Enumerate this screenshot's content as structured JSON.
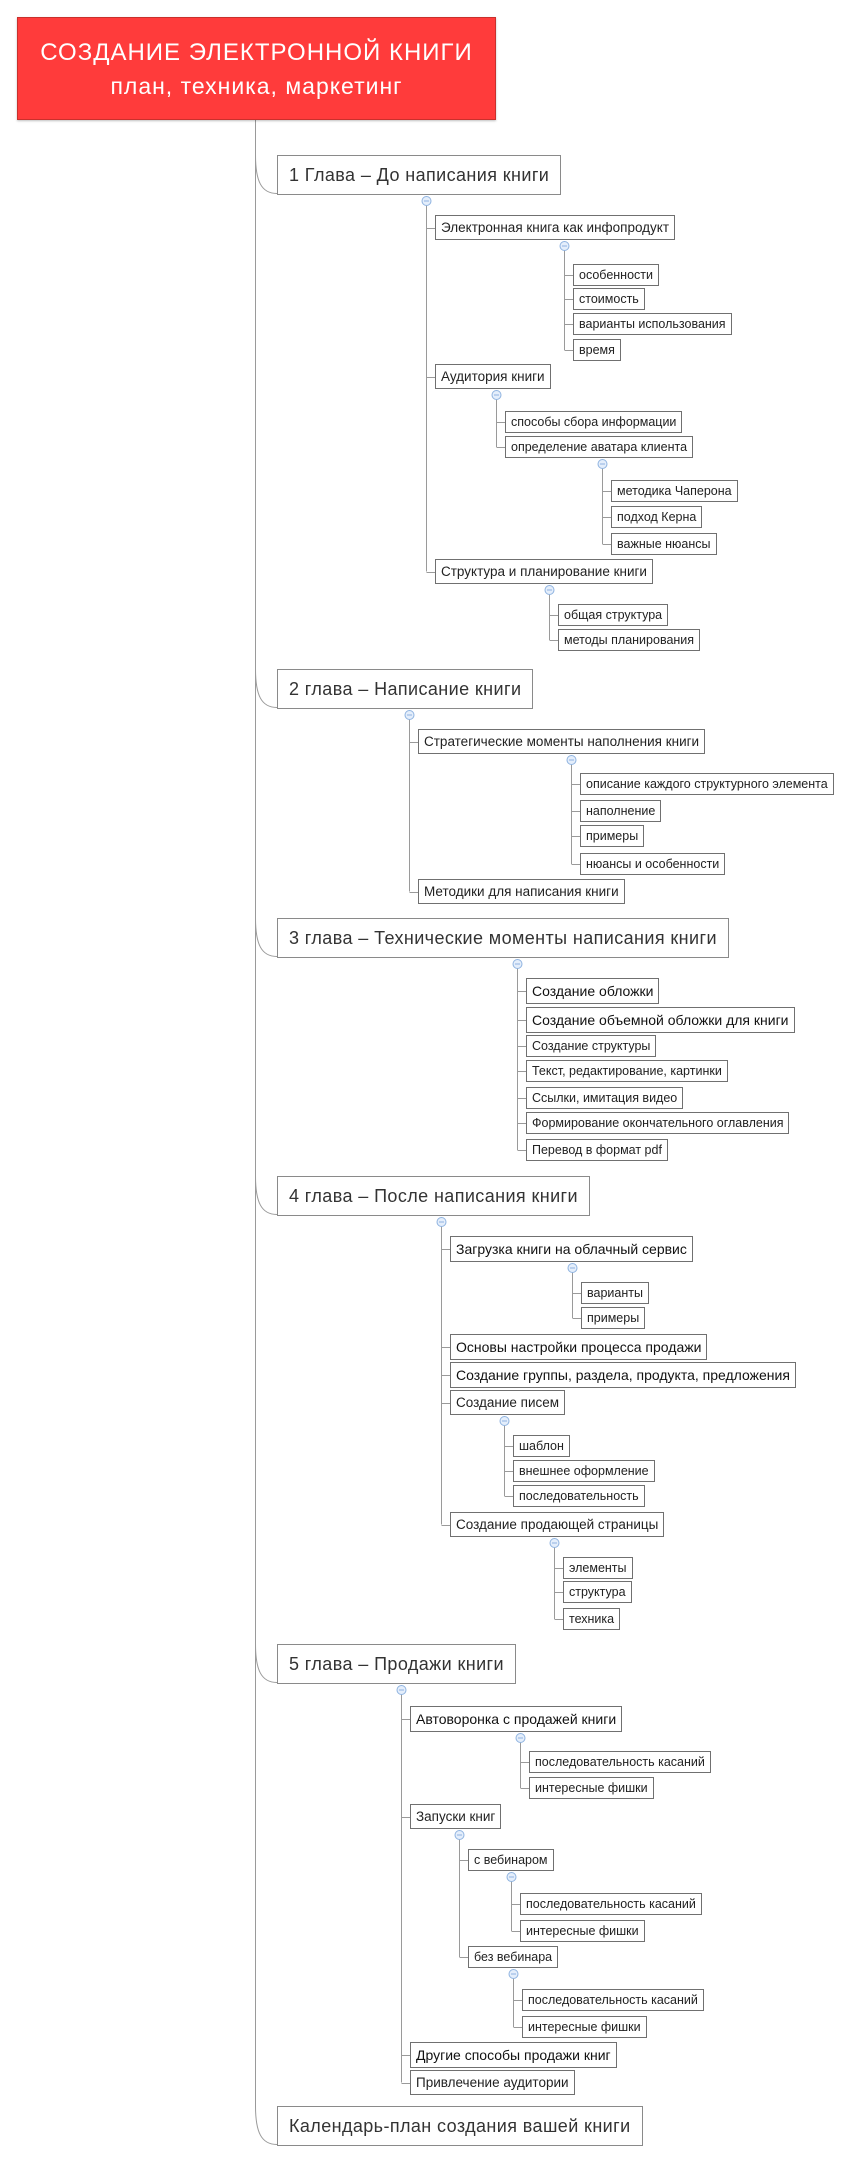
{
  "root": {
    "title": "СОЗДАНИЕ ЭЛЕКТРОННОЙ КНИГИ",
    "subtitle": "план, техника, маркетинг"
  },
  "chapters": [
    {
      "label": "1 Глава – До написания книги",
      "children": [
        {
          "label": "Электронная книга как инфопродукт",
          "children": [
            {
              "label": "особенности"
            },
            {
              "label": "стоимость"
            },
            {
              "label": "варианты использования"
            },
            {
              "label": "время"
            }
          ]
        },
        {
          "label": "Аудитория книги",
          "children": [
            {
              "label": "способы сбора информации"
            },
            {
              "label": "определение аватара клиента",
              "children": [
                {
                  "label": "методика Чаперона"
                },
                {
                  "label": "подход Керна"
                },
                {
                  "label": "важные нюансы"
                }
              ]
            }
          ]
        },
        {
          "label": "Структура и планирование книги",
          "children": [
            {
              "label": "общая структура"
            },
            {
              "label": "методы планирования"
            }
          ]
        }
      ]
    },
    {
      "label": "2 глава – Написание книги",
      "children": [
        {
          "label": "Стратегические моменты наполнения книги",
          "children": [
            {
              "label": "описание каждого структурного элемента"
            },
            {
              "label": "наполнение"
            },
            {
              "label": "примеры"
            },
            {
              "label": "нюансы и особенности"
            }
          ]
        },
        {
          "label": "Методики для написания книги"
        }
      ]
    },
    {
      "label": "3 глава – Технические моменты написания книги",
      "children": [
        {
          "label": "Создание обложки"
        },
        {
          "label": "Создание объемной обложки для книги"
        },
        {
          "label": "Создание структуры"
        },
        {
          "label": "Текст, редактирование, картинки"
        },
        {
          "label": "Ссылки, имитация видео"
        },
        {
          "label": "Формирование окончательного оглавления"
        },
        {
          "label": "Перевод в формат pdf"
        }
      ]
    },
    {
      "label": "4 глава – После написания книги",
      "children": [
        {
          "label": "Загрузка книги на облачный сервис",
          "children": [
            {
              "label": "варианты"
            },
            {
              "label": "примеры"
            }
          ]
        },
        {
          "label": "Основы настройки процесса продажи"
        },
        {
          "label": "Создание группы, раздела, продукта, предложения"
        },
        {
          "label": "Создание писем",
          "children": [
            {
              "label": "шаблон"
            },
            {
              "label": "внешнее оформление"
            },
            {
              "label": "последовательность"
            }
          ]
        },
        {
          "label": "Создание продающей страницы",
          "children": [
            {
              "label": "элементы"
            },
            {
              "label": "структура"
            },
            {
              "label": "техника"
            }
          ]
        }
      ]
    },
    {
      "label": "5 глава – Продажи книги",
      "children": [
        {
          "label": "Автоворонка с продажей книги",
          "children": [
            {
              "label": "последовательность касаний"
            },
            {
              "label": "интересные фишки"
            }
          ]
        },
        {
          "label": "Запуски книг",
          "children": [
            {
              "label": "с вебинаром",
              "children": [
                {
                  "label": "последовательность касаний"
                },
                {
                  "label": "интересные фишки"
                }
              ]
            },
            {
              "label": "без вебинара",
              "children": [
                {
                  "label": "последовательность касаний"
                },
                {
                  "label": "интересные фишки"
                }
              ]
            }
          ]
        },
        {
          "label": "Другие способы продажи книг"
        },
        {
          "label": "Привлечение аудитории"
        }
      ]
    },
    {
      "label": "Календарь-план создания вашей книги"
    }
  ],
  "colors": {
    "root_fill": "#ff3b3b",
    "root_border": "#c9302c",
    "root_text": "#ffffff",
    "node_border": "#707070",
    "connector": "#9a9a9a",
    "toggle_fill": "#e4eefb",
    "toggle_stroke": "#8fb3e0"
  }
}
